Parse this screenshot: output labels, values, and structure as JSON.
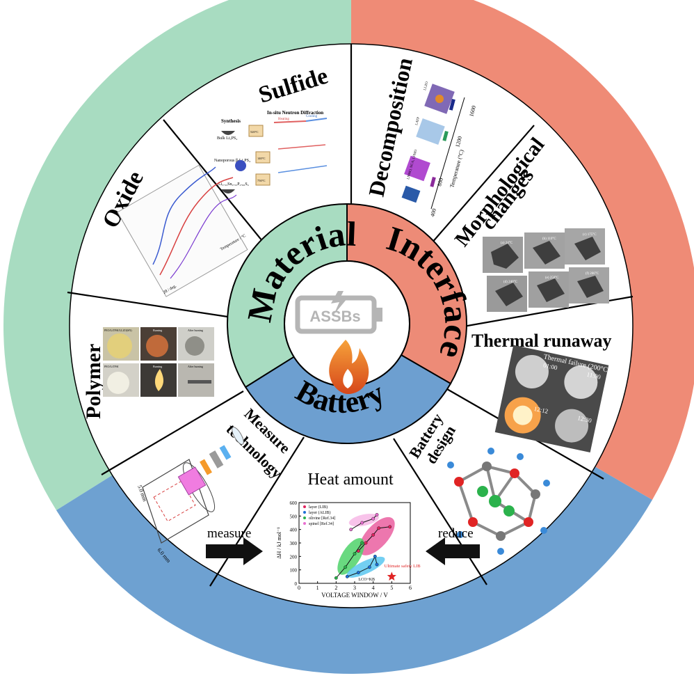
{
  "colors": {
    "material": "#a8dcc1",
    "interface": "#ef8b76",
    "battery": "#6ea1d1",
    "interface_inner": "#ed8b77",
    "battery_inner": "#6d9fd0"
  },
  "center": {
    "logo_text": "ASSBs",
    "flame_icon": "flame-icon"
  },
  "inner_ring": {
    "material": "Material",
    "interface": "Interface",
    "battery": "Battery"
  },
  "segments": {
    "sulfide": "Sulfide",
    "oxide": "Oxide",
    "polymer": "Polymer",
    "decomposition": "Decomposition",
    "morphological_1": "Morphological",
    "morphological_2": "changes",
    "thermal_runaway": "Thermal runaway",
    "measure_1": "Measure",
    "measure_2": "technology",
    "heat_amount": "Heat amount",
    "battery_design_1": "Battery",
    "battery_design_2": "design"
  },
  "arrows": {
    "measure": "measure",
    "reduce": "reduce"
  },
  "sulfide_panel": {
    "heading_1": "Synthesis",
    "heading_2": "In-situ Neutron Diffraction",
    "heating": "Heating",
    "cooling": "Cooling",
    "row1": "Bulk Li₃PS₄",
    "row2": "Nanoporous β-Li₃PS₄",
    "row3": "Li₃.₃₃Sn₀.₃₃P₀.₆₆S₄",
    "temp1": "520°C",
    "temp2": "140°C",
    "temp3": "750°C"
  },
  "decomp_panel": {
    "axis_label": "Temperature (°C)",
    "ticks": [
      "400",
      "800",
      "1200",
      "1600"
    ],
    "labels": [
      "LLZO",
      "LATP",
      "LNMO, NCA, LFMO"
    ]
  },
  "thermal_panel": {
    "title": "Thermal failure (200°C)",
    "times": [
      "01:00",
      "11:00",
      "12:12",
      "12:30"
    ]
  },
  "polymer_panel": {
    "cells": [
      "PEO/LiTFSI/LLZO(SN)",
      "Burning",
      "After burning",
      "PEO/LiTFSI",
      "Burning",
      "After burning"
    ]
  },
  "morph_panel": {
    "cells": [
      "(a) 24°C",
      "(b) 110°C",
      "(c) 175°C",
      "(d) 240°C",
      "(e) 250°C",
      "(f) 266°C"
    ]
  },
  "oxide_panel": {
    "xlabel": "2θ / deg.",
    "ylabel": "Temperature / °C"
  },
  "measure_panel": {
    "dim1": "5.0 mm",
    "dim2": "6.0 mm"
  },
  "chart_data": {
    "type": "scatter",
    "xlabel": "VOLTAGE WINDOW / V",
    "ylabel": "ΔH / kJ mol⁻¹",
    "xlim": [
      0,
      6
    ],
    "ylim": [
      0,
      600
    ],
    "xticks": [
      0,
      1,
      2,
      3,
      4,
      5,
      6
    ],
    "yticks": [
      0,
      100,
      200,
      300,
      400,
      500,
      600
    ],
    "legend": [
      "layer (LIB)",
      "layer (ALIB)",
      "olivine [Ref.34]",
      "spinel [Ref.34]"
    ],
    "series": [
      {
        "name": "layer (LIB)",
        "color": "#e0245e",
        "points": [
          [
            3.2,
            240
          ],
          [
            3.6,
            300
          ],
          [
            4.0,
            360
          ],
          [
            4.3,
            410
          ],
          [
            4.9,
            420
          ]
        ]
      },
      {
        "name": "layer (ALIB)",
        "color": "#1f6fd6",
        "points": [
          [
            2.6,
            50
          ],
          [
            3.2,
            80
          ],
          [
            3.8,
            120
          ],
          [
            4.1,
            200
          ],
          [
            4.2,
            140
          ]
        ]
      },
      {
        "name": "olivine [Ref.34]",
        "color": "#2bb24c",
        "points": [
          [
            2.0,
            40
          ],
          [
            2.5,
            120
          ],
          [
            3.0,
            220
          ],
          [
            3.4,
            300
          ]
        ]
      },
      {
        "name": "spinel [Ref.34]",
        "color": "#e86fd0",
        "points": [
          [
            2.8,
            400
          ],
          [
            3.4,
            450
          ],
          [
            4.0,
            480
          ],
          [
            4.2,
            510
          ]
        ]
      }
    ],
    "annotations": [
      "LCO+KB",
      "Ultimate safety LIB"
    ],
    "star_point": [
      5.0,
      50
    ]
  }
}
